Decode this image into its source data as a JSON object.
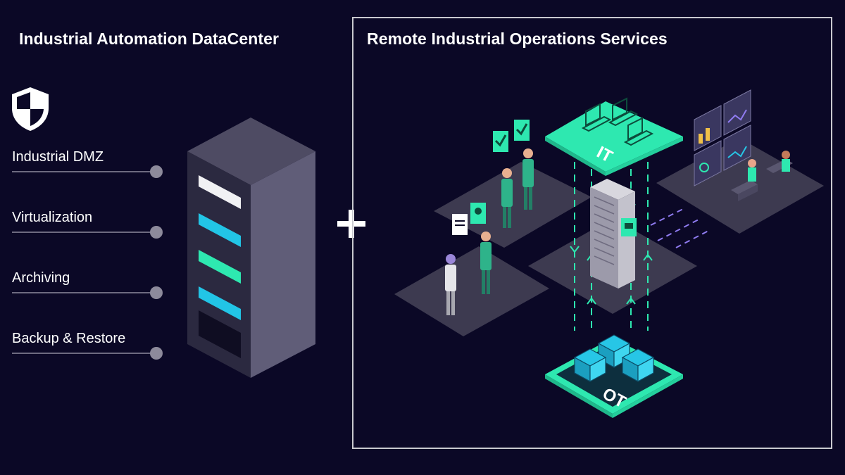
{
  "left_panel": {
    "title": "Industrial Automation DataCenter",
    "features": [
      {
        "label": "Industrial DMZ"
      },
      {
        "label": "Virtualization"
      },
      {
        "label": "Archiving"
      },
      {
        "label": "Backup & Restore"
      }
    ]
  },
  "right_panel": {
    "title": "Remote Industrial Operations Services",
    "zones": {
      "it": "IT",
      "ot": "OT"
    }
  },
  "colors": {
    "background": "#0b0826",
    "accent_green": "#2ee8b0",
    "accent_cyan": "#27c6e6",
    "accent_purple": "#8f7bf0",
    "platform": "#3d3a50"
  },
  "icons": [
    "shield-icon",
    "plus-icon",
    "server-icon",
    "laptop-icon",
    "monitor-icon",
    "checkmark-icon"
  ]
}
